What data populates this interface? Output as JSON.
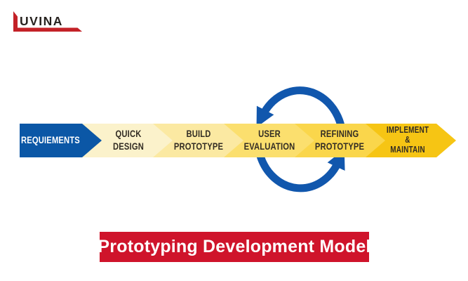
{
  "logo": {
    "wordmark": "UVINA",
    "mark_color": "#c32127",
    "text_color": "#26211e"
  },
  "diagram": {
    "steps": [
      {
        "id": "requirements",
        "label_lines": [
          "REQUIEMENTS"
        ],
        "fill": "#0b57a6",
        "text_color": "#ffffff"
      },
      {
        "id": "quick-design",
        "label_lines": [
          "QUICK",
          "DESIGN"
        ],
        "fill": "#fbf2cb",
        "text_color": "#332d24"
      },
      {
        "id": "build-prototype",
        "label_lines": [
          "BUILD",
          "PROTOTYPE"
        ],
        "fill": "#fbe9a2",
        "text_color": "#332d24"
      },
      {
        "id": "user-evaluation",
        "label_lines": [
          "USER",
          "EVALUATION"
        ],
        "fill": "#fbdf6e",
        "text_color": "#332d24"
      },
      {
        "id": "refining-prototype",
        "label_lines": [
          "REFINING",
          "PROTOTYPE"
        ],
        "fill": "#fad64b",
        "text_color": "#332d24"
      },
      {
        "id": "implement-maintain",
        "label_lines": [
          "IMPLEMENT",
          "&",
          "MAINTAIN"
        ],
        "fill": "#f6c514",
        "text_color": "#332d24"
      }
    ],
    "cycle_arrow_color": "#1157ad"
  },
  "title_banner": {
    "text": "Prototyping Development Model",
    "bg_color": "#cf142b",
    "text_color": "#ffffff"
  },
  "page": {
    "bg_color": "#ffffff"
  }
}
